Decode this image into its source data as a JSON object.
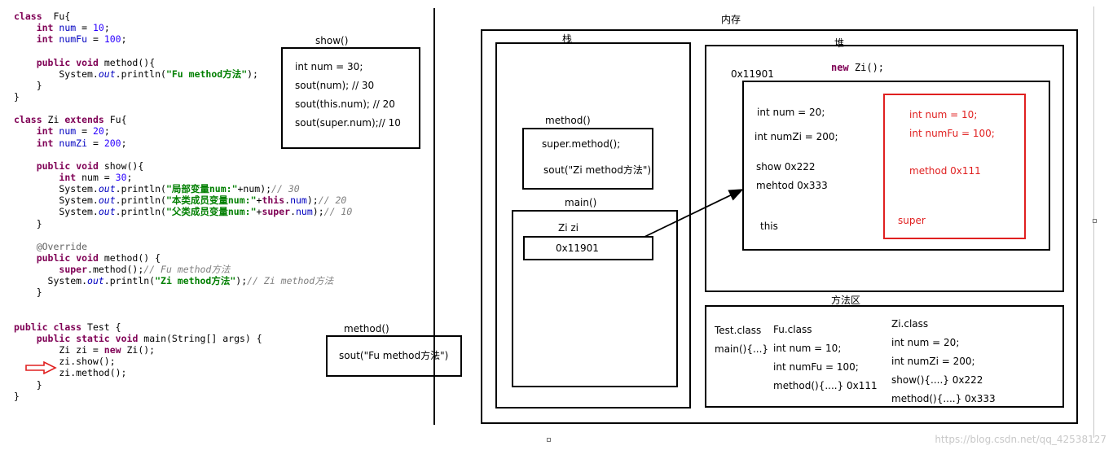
{
  "code_lines": [
    [
      [
        "kw",
        "class"
      ],
      [
        "",
        "  Fu{"
      ]
    ],
    [
      [
        "",
        "    "
      ],
      [
        "kw",
        "int"
      ],
      [
        "",
        ""
      ],
      [
        "fld",
        " num"
      ],
      [
        "",
        " = "
      ],
      [
        "str",
        "10"
      ],
      [
        "",
        ";"
      ]
    ],
    [
      [
        "",
        "    "
      ],
      [
        "kw",
        "int"
      ],
      [
        "fld",
        " numFu"
      ],
      [
        "",
        " = "
      ],
      [
        "str",
        "100"
      ],
      [
        "",
        ";"
      ]
    ],
    [
      [
        "",
        ""
      ]
    ],
    [
      [
        "",
        "    "
      ],
      [
        "kw",
        "public"
      ],
      [
        "",
        " "
      ],
      [
        "kw",
        "void"
      ],
      [
        "",
        " method(){"
      ]
    ],
    [
      [
        "",
        "        System."
      ],
      [
        "ital",
        "out"
      ],
      [
        "",
        ".println("
      ],
      [
        "strb",
        "\"Fu method方法\""
      ],
      [
        "",
        ");"
      ]
    ],
    [
      [
        "",
        "    }"
      ]
    ],
    [
      [
        "",
        "}"
      ]
    ],
    [
      [
        "",
        ""
      ]
    ],
    [
      [
        "kw",
        "class"
      ],
      [
        "",
        " Zi "
      ],
      [
        "kw",
        "extends"
      ],
      [
        "",
        " Fu{"
      ]
    ],
    [
      [
        "",
        "    "
      ],
      [
        "kw",
        "int"
      ],
      [
        "fld",
        " num"
      ],
      [
        "",
        " = "
      ],
      [
        "str",
        "20"
      ],
      [
        "",
        ";"
      ]
    ],
    [
      [
        "",
        "    "
      ],
      [
        "kw",
        "int"
      ],
      [
        "fld",
        " numZi"
      ],
      [
        "",
        " = "
      ],
      [
        "str",
        "200"
      ],
      [
        "",
        ";"
      ]
    ],
    [
      [
        "",
        ""
      ]
    ],
    [
      [
        "",
        "    "
      ],
      [
        "kw",
        "public"
      ],
      [
        "",
        " "
      ],
      [
        "kw",
        "void"
      ],
      [
        "",
        " show(){"
      ]
    ],
    [
      [
        "",
        "        "
      ],
      [
        "kw",
        "int"
      ],
      [
        "",
        " num = "
      ],
      [
        "str",
        "30"
      ],
      [
        "",
        ";"
      ]
    ],
    [
      [
        "",
        "        System."
      ],
      [
        "ital",
        "out"
      ],
      [
        "",
        ".println("
      ],
      [
        "strb",
        "\"局部变量num:\""
      ],
      [
        "",
        "+num);"
      ],
      [
        "cmtg",
        "// 30"
      ]
    ],
    [
      [
        "",
        "        System."
      ],
      [
        "ital",
        "out"
      ],
      [
        "",
        ".println("
      ],
      [
        "strb",
        "\"本类成员变量num:\""
      ],
      [
        "",
        "+"
      ],
      [
        "kw",
        "this"
      ],
      [
        "",
        "."
      ],
      [
        "fld",
        "num"
      ],
      [
        "",
        ");"
      ],
      [
        "cmtg",
        "// 20"
      ]
    ],
    [
      [
        "",
        "        System."
      ],
      [
        "ital",
        "out"
      ],
      [
        "",
        ".println("
      ],
      [
        "strb",
        "\"父类成员变量num:\""
      ],
      [
        "",
        "+"
      ],
      [
        "kw",
        "super"
      ],
      [
        "",
        "."
      ],
      [
        "fld",
        "num"
      ],
      [
        "",
        ");"
      ],
      [
        "cmtg",
        "// 10"
      ]
    ],
    [
      [
        "",
        "    }"
      ]
    ],
    [
      [
        "",
        ""
      ]
    ],
    [
      [
        "",
        "    "
      ],
      [
        "ann",
        "@Override"
      ]
    ],
    [
      [
        "",
        "    "
      ],
      [
        "kw",
        "public"
      ],
      [
        "",
        " "
      ],
      [
        "kw",
        "void"
      ],
      [
        "",
        " method() {"
      ]
    ],
    [
      [
        "",
        "        "
      ],
      [
        "kw",
        "super"
      ],
      [
        "",
        ".method();"
      ],
      [
        "cmtg",
        "// Fu method方法"
      ]
    ],
    [
      [
        "",
        "      System."
      ],
      [
        "ital",
        "out"
      ],
      [
        "",
        ".println("
      ],
      [
        "strb",
        "\"Zi method方法\""
      ],
      [
        "",
        ");"
      ],
      [
        "cmtg",
        "// Zi method方法"
      ]
    ],
    [
      [
        "",
        "    }"
      ]
    ],
    [
      [
        "",
        ""
      ]
    ],
    [
      [
        "",
        ""
      ]
    ],
    [
      [
        "kw",
        "public"
      ],
      [
        "",
        " "
      ],
      [
        "kw",
        "class"
      ],
      [
        "",
        " Test {"
      ]
    ],
    [
      [
        "",
        "    "
      ],
      [
        "kw",
        "public"
      ],
      [
        "",
        " "
      ],
      [
        "kw",
        "static"
      ],
      [
        "",
        " "
      ],
      [
        "kw",
        "void"
      ],
      [
        "",
        " main(String[] args) {"
      ]
    ],
    [
      [
        "",
        "        Zi zi = "
      ],
      [
        "kw",
        "new"
      ],
      [
        "",
        " Zi();"
      ]
    ],
    [
      [
        "",
        "        zi.show();"
      ]
    ],
    [
      [
        "",
        "        zi.method();"
      ]
    ],
    [
      [
        "",
        "    }"
      ]
    ],
    [
      [
        "",
        "}"
      ]
    ]
  ],
  "show_frame": {
    "title": "show()",
    "lines": [
      "int num = 30;",
      "sout(num); // 30",
      "sout(this.num); // 20",
      "sout(super.num);// 10"
    ]
  },
  "method_frame": {
    "title": "method()",
    "line": "sout(\"Fu method方法\")"
  },
  "memory": {
    "title": "内存",
    "stack": {
      "title": "栈",
      "method_title": "method()",
      "method_lines": [
        "super.method();",
        "sout(\"Zi method方法\");"
      ],
      "main_title": "main()",
      "var_label": "Zi  zi",
      "var_value": "0x11901"
    },
    "heap": {
      "title": "堆",
      "new_kw": "new",
      "new_rest": " Zi();",
      "addr": "0x11901",
      "zi_fields": [
        "int num = 20;",
        "int numZi = 200;",
        "show 0x222",
        "mehtod 0x333",
        "this"
      ],
      "super_fields": [
        "int num = 10;",
        "int numFu = 100;",
        "method 0x111",
        "super"
      ]
    },
    "method_area": {
      "title": "方法区",
      "test_class": [
        "Test.class",
        "main(){...}"
      ],
      "fu_class": [
        "Fu.class",
        "int num = 10;",
        "int numFu = 100;",
        "method(){....}   0x111"
      ],
      "zi_class": [
        "Zi.class",
        "int num = 20;",
        "int numZi = 200;",
        "show(){....}  0x222",
        "method(){....}  0x333"
      ]
    }
  },
  "watermark": "https://blog.csdn.net/qq_42538127",
  "colors": {
    "red_box": "#e02020",
    "arrow_marker": "#e02020"
  }
}
